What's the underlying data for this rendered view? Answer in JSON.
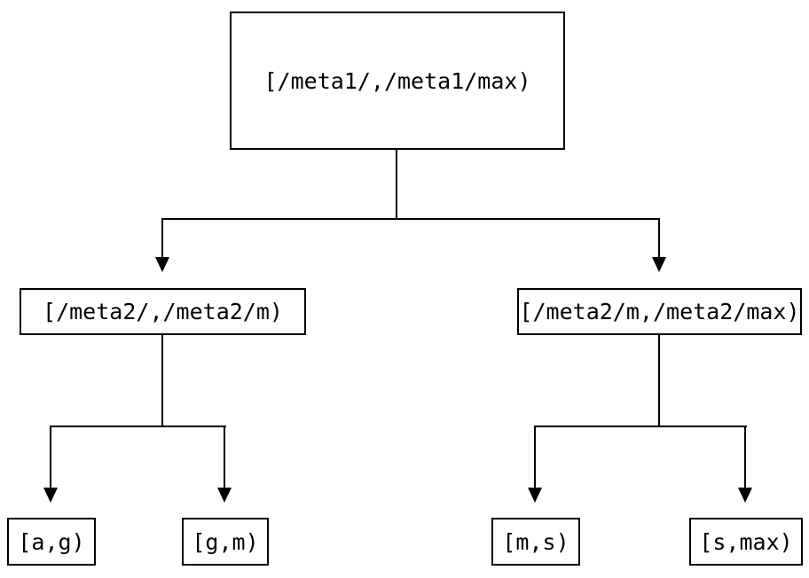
{
  "diagram": {
    "type": "tree",
    "description": "Interval partition tree with three levels",
    "colors": {
      "background": "#ffffff",
      "line": "#000000",
      "box_border": "#000000",
      "text": "#000000"
    },
    "nodes": {
      "root": {
        "label": "[/meta1/,/meta1/max)"
      },
      "left": {
        "label": "[/meta2/,/meta2/m)"
      },
      "right": {
        "label": "[/meta2/m,/meta2/max)"
      },
      "leaf_ag": {
        "label": "[a,g)"
      },
      "leaf_gm": {
        "label": "[g,m)"
      },
      "leaf_ms": {
        "label": "[m,s)"
      },
      "leaf_smax": {
        "label": "[s,max)"
      }
    },
    "edges": [
      {
        "from": "root",
        "to": "left"
      },
      {
        "from": "root",
        "to": "right"
      },
      {
        "from": "left",
        "to": "leaf_ag"
      },
      {
        "from": "left",
        "to": "leaf_gm"
      },
      {
        "from": "right",
        "to": "leaf_ms"
      },
      {
        "from": "right",
        "to": "leaf_smax"
      }
    ]
  }
}
